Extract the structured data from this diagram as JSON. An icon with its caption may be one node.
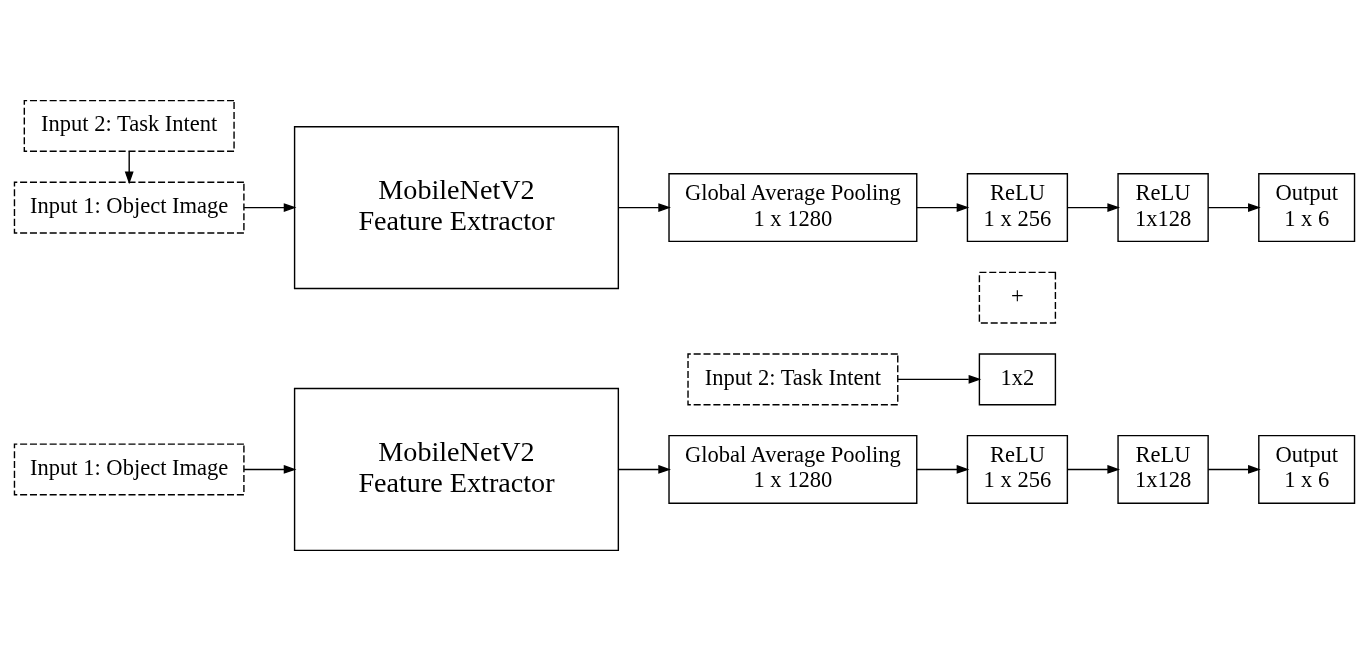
{
  "diagram": {
    "nodes": [
      {
        "text": [
          "Input 1: Object Image"
        ]
      },
      {
        "text": [
          "Input 2: Task Intent"
        ]
      },
      {
        "text": [
          "MobileNetV2",
          "Feature Extractor"
        ]
      },
      {
        "text": [
          "Global Average Pooling",
          "1 x 1280"
        ]
      },
      {
        "text": [
          "ReLU",
          "1 x 256"
        ]
      },
      {
        "text": [
          "+"
        ]
      },
      {
        "text": [
          "1x2"
        ]
      },
      {
        "text": [
          "ReLU",
          "1x128"
        ]
      },
      {
        "text": [
          "Output",
          "1 x 6"
        ]
      },
      {
        "text": [
          "Input 1: Object Image"
        ]
      },
      {
        "text": [
          "Input 2: Task Intent"
        ]
      },
      {
        "text": [
          "MobileNetV2",
          "Feature Extractor"
        ]
      },
      {
        "text": [
          "Global Average Pooling",
          "1 x 1280"
        ]
      },
      {
        "text": [
          "ReLU",
          "1 x 256"
        ]
      },
      {
        "text": [
          "ReLU",
          "1x128"
        ]
      },
      {
        "text": [
          "Output",
          "1 x 6"
        ]
      }
    ],
    "edges": [
      {
        "from": 0,
        "to": 2,
        "arrow": "to"
      },
      {
        "from": 2,
        "to": 3,
        "arrow": "to"
      },
      {
        "from": 3,
        "to": 4,
        "arrow": "to"
      },
      {
        "from": 4,
        "to": 7,
        "arrow": "to"
      },
      {
        "from": 7,
        "to": 8,
        "arrow": "to"
      },
      {
        "from": 1,
        "to": 6,
        "arrow": "to"
      },
      {
        "from": 10,
        "to": 9,
        "arrow": "to"
      },
      {
        "from": 9,
        "to": 11,
        "arrow": "to"
      },
      {
        "from": 11,
        "to": 12,
        "arrow": "to"
      },
      {
        "from": 12,
        "to": 13,
        "arrow": "to"
      },
      {
        "from": 13,
        "to": 14,
        "arrow": "to"
      },
      {
        "from": 14,
        "to": 15,
        "arrow": "to"
      }
    ]
  }
}
